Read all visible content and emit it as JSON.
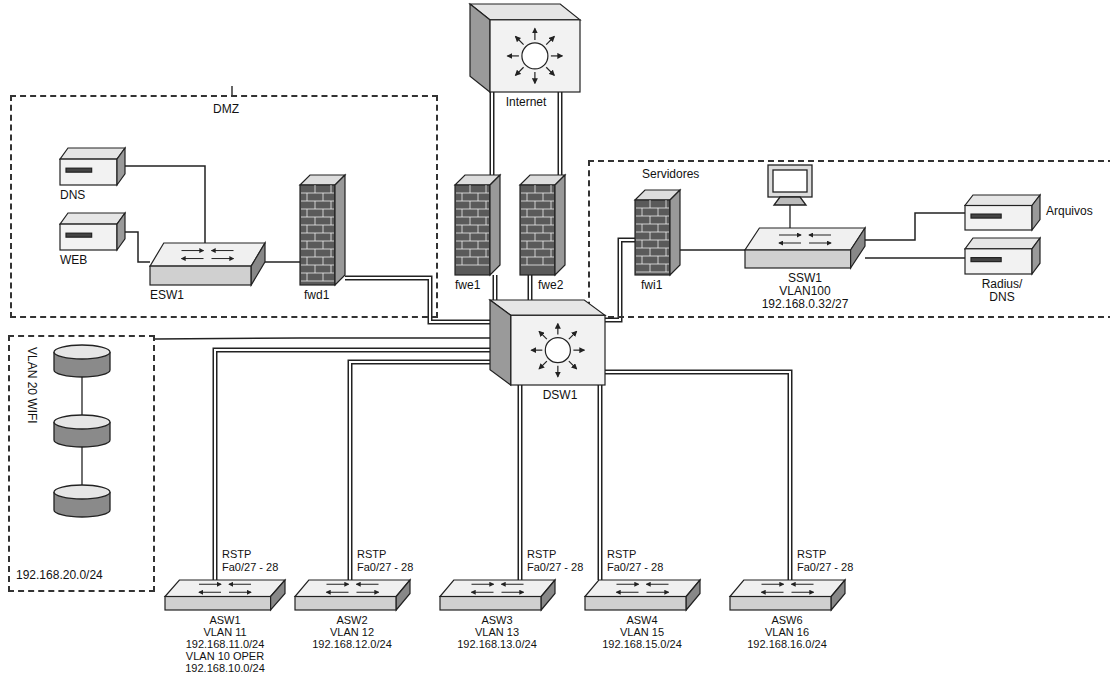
{
  "diagram": {
    "nodes": [
      {
        "text": [
          "DMZ"
        ]
      },
      {
        "text": [
          "DNS"
        ],
        "in": 0
      },
      {
        "text": [
          "WEB"
        ],
        "in": 0
      },
      {
        "text": [
          "ESW1"
        ],
        "in": 0
      },
      {
        "text": [
          "fwd1"
        ],
        "in": 0
      },
      {
        "text": [
          "Internet"
        ]
      },
      {
        "text": [
          "fwe1"
        ]
      },
      {
        "text": [
          "fwe2"
        ]
      },
      {
        "text": [
          "Servidores"
        ]
      },
      {
        "text": [
          "fwi1"
        ],
        "in": 8
      },
      {
        "text": [
          "SSW1",
          "VLAN100",
          "192.168.0.32/27"
        ],
        "in": 8
      },
      {
        "text": [
          "Arquivos"
        ],
        "in": 8
      },
      {
        "text": [
          "Radius/ DNS"
        ],
        "in": 8
      },
      {
        "text": [
          "DSW1"
        ]
      },
      {
        "text": [
          "VLAN 20 WIFI",
          "192.168.20.0/24"
        ]
      },
      {
        "text": [
          "ASW1",
          "VLAN 11",
          "192.168.11.0/24",
          "VLAN 10 OPER",
          "192.168.10.0/24"
        ]
      },
      {
        "text": [
          "ASW2",
          "VLAN 12",
          "192.168.12.0/24"
        ]
      },
      {
        "text": [
          "ASW3",
          "VLAN 13",
          "192.168.13.0/24"
        ]
      },
      {
        "text": [
          "ASW4",
          "VLAN 15",
          "192.168.15.0/24"
        ]
      },
      {
        "text": [
          "ASW6",
          "VLAN 16",
          "192.168.16.0/24"
        ]
      }
    ],
    "edges": [
      {
        "from": 1,
        "to": 3,
        "arrow": "none"
      },
      {
        "from": 2,
        "to": 3,
        "arrow": "none"
      },
      {
        "from": 3,
        "to": 4,
        "arrow": "none"
      },
      {
        "from": 4,
        "to": 13,
        "arrow": "none"
      },
      {
        "from": 5,
        "to": 6,
        "arrow": "none"
      },
      {
        "from": 5,
        "to": 7,
        "arrow": "none"
      },
      {
        "from": 6,
        "to": 13,
        "arrow": "none"
      },
      {
        "from": 7,
        "to": 13,
        "arrow": "none"
      },
      {
        "from": 13,
        "to": 9,
        "arrow": "none"
      },
      {
        "from": 9,
        "to": 10,
        "arrow": "none"
      },
      {
        "from": 10,
        "to": 11,
        "arrow": "none"
      },
      {
        "from": 10,
        "to": 12,
        "arrow": "none"
      },
      {
        "from": 13,
        "to": 14,
        "arrow": "none"
      },
      {
        "from": 13,
        "to": 15,
        "arrow": "none",
        "label": "RSTP Fa0/27 - 28"
      },
      {
        "from": 13,
        "to": 16,
        "arrow": "none",
        "label": "RSTP Fa0/27 - 28"
      },
      {
        "from": 13,
        "to": 17,
        "arrow": "none",
        "label": "RSTP Fa0/27 - 28"
      },
      {
        "from": 13,
        "to": 18,
        "arrow": "none",
        "label": "RSTP Fa0/27 - 28"
      },
      {
        "from": 13,
        "to": 19,
        "arrow": "none",
        "label": "RSTP Fa0/27 - 28"
      }
    ]
  }
}
